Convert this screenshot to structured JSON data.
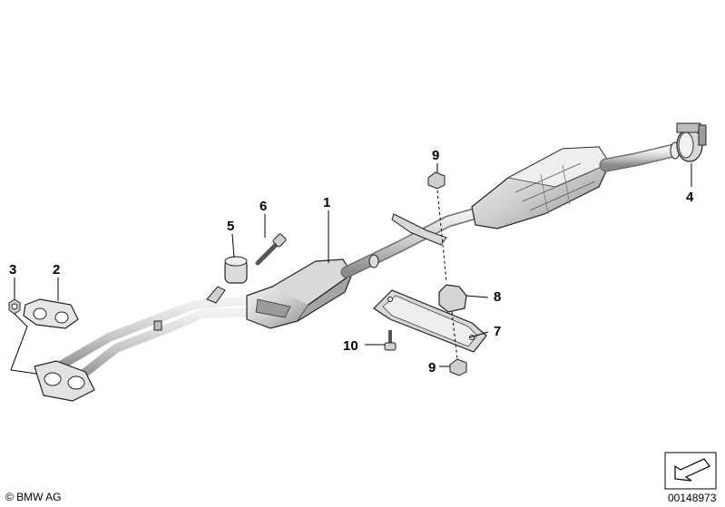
{
  "callouts": {
    "c1": "1",
    "c2": "2",
    "c3": "3",
    "c4": "4",
    "c5": "5",
    "c6": "6",
    "c7": "7",
    "c8": "8",
    "c9a": "9",
    "c9b": "9",
    "c10": "10"
  },
  "footer": {
    "copyright": "© BMW AG",
    "diagram_number": "00148973"
  },
  "colors": {
    "line": "#000000",
    "metal_light": "#e6e6e6",
    "metal_mid": "#bdbdbd",
    "metal_dark": "#7a7a7a"
  }
}
